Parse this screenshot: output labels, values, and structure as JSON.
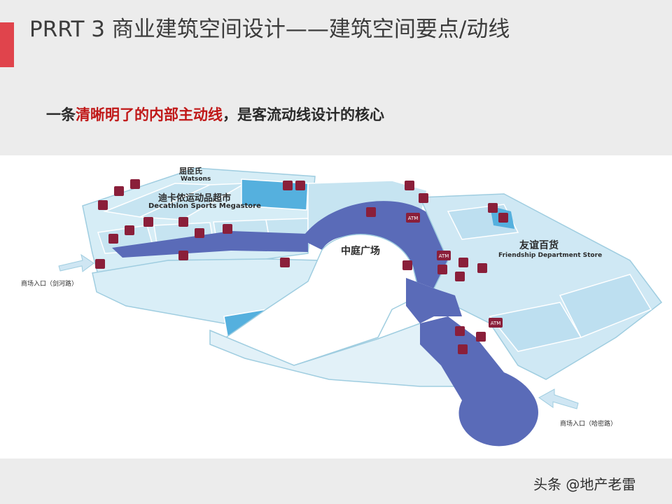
{
  "slide": {
    "title": "PRRT 3 商业建筑空间设计——建筑空间要点/动线",
    "subtitle_prefix": "一条",
    "subtitle_highlight": "清晰明了的内部主动线",
    "subtitle_suffix": "，是客流动线设计的核心",
    "accent_color": "#e0444c",
    "highlight_color": "#c01818"
  },
  "map": {
    "watsons_cn": "屈臣氏",
    "watsons_en": "Watsons",
    "decathlon_cn": "迪卡侬运动品超市",
    "decathlon_en": "Decathlon Sports Megastore",
    "atrium": "中庭广场",
    "friendship_cn": "友谊百货",
    "friendship_en": "Friendship Department Store",
    "entrance_west": "商场入口（剑河路）",
    "entrance_east": "商场入口（哈密路）",
    "icon_atm": "ATM",
    "colors": {
      "floor": "#cde7f2",
      "shop_edge": "#9fcde0",
      "corridor": "#5a6bb8",
      "accent_shop": "#55b0de",
      "icon_bg": "#8a1f3a"
    }
  },
  "watermark": "头条 @地产老雷"
}
